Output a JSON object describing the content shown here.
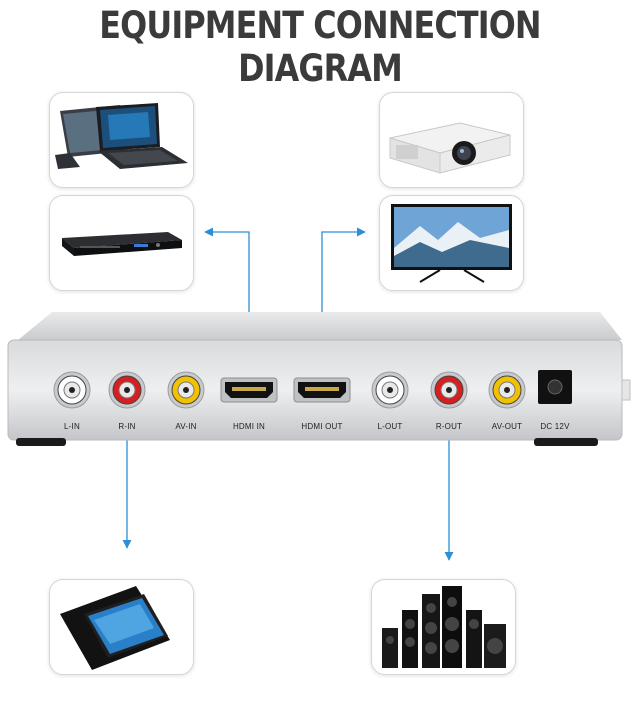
{
  "title": "EQUIPMENT CONNECTION DIAGRAM",
  "devices": {
    "laptop": "laptop-icon",
    "dvd_player": "dvd-player-icon",
    "projector": "projector-icon",
    "monitor": "monitor-icon",
    "tablet": "tablet-icon",
    "speakers": "speakers-icon"
  },
  "ports": [
    {
      "id": "l-in",
      "label": "L-IN",
      "type": "rca",
      "color": "#ffffff"
    },
    {
      "id": "r-in",
      "label": "R-IN",
      "type": "rca",
      "color": "#d81e1e"
    },
    {
      "id": "av-in",
      "label": "AV-IN",
      "type": "rca",
      "color": "#f2c200"
    },
    {
      "id": "hdmi-in",
      "label": "HDMI IN",
      "type": "hdmi",
      "color": "#111111"
    },
    {
      "id": "hdmi-out",
      "label": "HDMI OUT",
      "type": "hdmi",
      "color": "#111111"
    },
    {
      "id": "l-out",
      "label": "L-OUT",
      "type": "rca",
      "color": "#ffffff"
    },
    {
      "id": "r-out",
      "label": "R-OUT",
      "type": "rca",
      "color": "#d81e1e"
    },
    {
      "id": "av-out",
      "label": "AV-OUT",
      "type": "rca",
      "color": "#f2c200"
    },
    {
      "id": "dc",
      "label": "DC 12V",
      "type": "dc",
      "color": "#111111"
    }
  ],
  "colors": {
    "arrow": "#2d8fd6",
    "title": "#3b3b3b",
    "chassis": "#d3d5d8"
  }
}
